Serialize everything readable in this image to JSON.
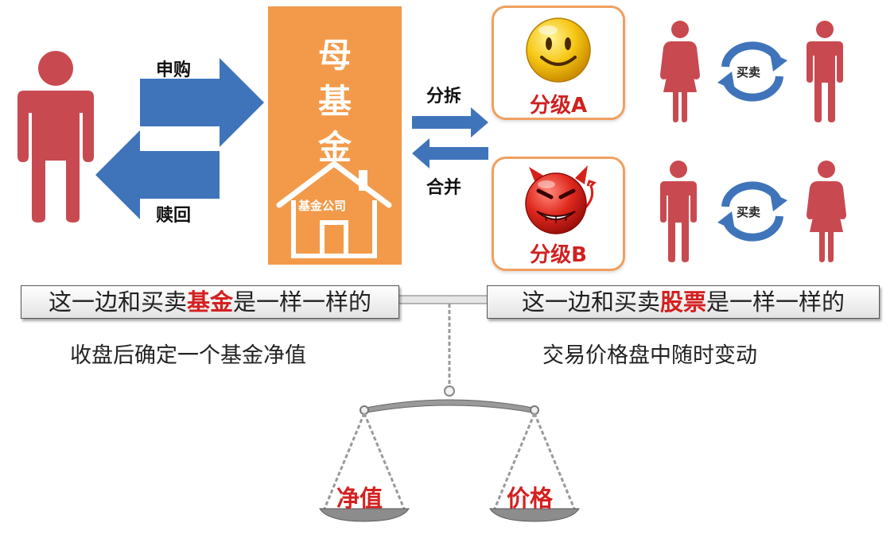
{
  "investor_flow": {
    "subscribe_label": "申购",
    "redeem_label": "赎回"
  },
  "mother_fund": {
    "title_chars": [
      "母",
      "基",
      "金"
    ],
    "house_label": "基金公司"
  },
  "split_merge": {
    "split_label": "分拆",
    "merge_label": "合并"
  },
  "sub_funds": {
    "a_label": "分级A",
    "b_label": "分级B"
  },
  "trading": {
    "trade_label_top": "买卖",
    "trade_label_bottom": "买卖"
  },
  "left_banner": {
    "prefix": "这一边和买卖",
    "highlight": "基金",
    "suffix": "是一样一样的"
  },
  "right_banner": {
    "prefix": "这一边和买卖",
    "highlight": "股票",
    "suffix": "是一样一样的"
  },
  "descriptions": {
    "left": "收盘后确定一个基金净值",
    "right": "交易价格盘中随时变动"
  },
  "scale": {
    "left_pan_label": "净值",
    "right_pan_label": "价格"
  },
  "colors": {
    "person_red": "#c84a50",
    "arrow_blue": "#3f74ba",
    "mother_orange": "#f39a4a",
    "highlight_red": "#d42020"
  }
}
